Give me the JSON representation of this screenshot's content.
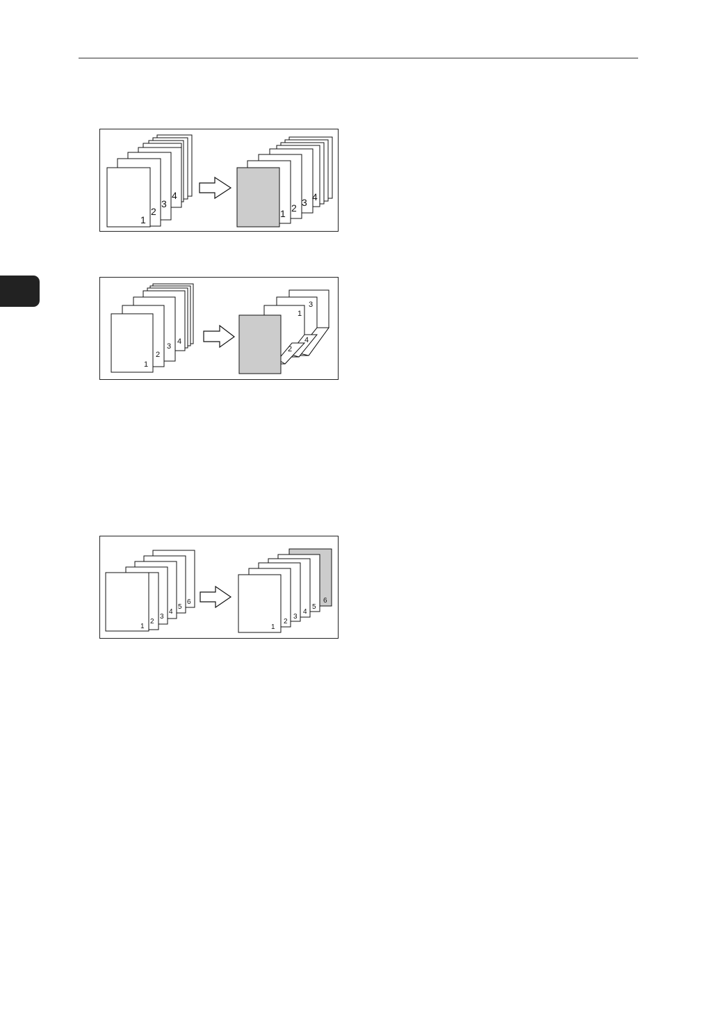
{
  "page": {
    "divider_color": "#333333",
    "section_tab_color": "#222222"
  },
  "figures": [
    {
      "id": "fig1",
      "description_icon": "cover-sheet-diagram",
      "original_pages": [
        "1",
        "2",
        "3",
        "4"
      ],
      "result_pages": [
        "1",
        "2",
        "3",
        "4"
      ],
      "cover_color": "#cccccc"
    },
    {
      "id": "fig2",
      "description_icon": "cover-sheet-duplex-diagram",
      "original_pages": [
        "1",
        "2",
        "3",
        "4"
      ],
      "result_pages": [
        "1",
        "2",
        "3",
        "4"
      ],
      "cover_color": "#cccccc"
    },
    {
      "id": "fig3",
      "description_icon": "back-cover-sheet-diagram",
      "original_pages": [
        "1",
        "2",
        "3",
        "4",
        "5",
        "6"
      ],
      "result_pages": [
        "1",
        "2",
        "3",
        "4",
        "5",
        "6"
      ],
      "back_cover_color": "#cccccc"
    }
  ]
}
